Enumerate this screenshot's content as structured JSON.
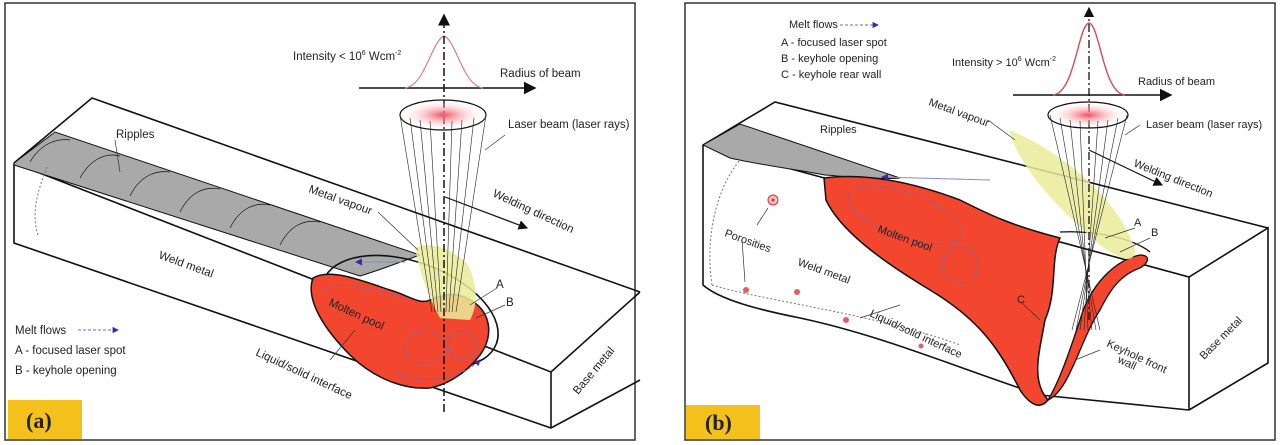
{
  "panels": [
    {
      "tag": "(a)",
      "intensity": "Intensity < 10",
      "intensity_exp": "6",
      "intensity_unit": " Wcm",
      "intensity_unit_exp": "-2",
      "radius": "Radius of beam",
      "laser_beam": "Laser beam (laser rays)",
      "ripples": "Ripples",
      "metal_vapour": "Metal vapour",
      "welding_direction": "Welding direction",
      "weld_metal": "Weld metal",
      "molten_pool": "Molten pool",
      "interface": "Liquid/solid interface",
      "base_metal": "Base metal",
      "point_a": "A",
      "point_b": "B",
      "legend": {
        "melt_flows": "Melt flows",
        "a": "A - focused laser spot",
        "b": "B - keyhole opening"
      }
    },
    {
      "tag": "(b)",
      "intensity": "Intensity > 10",
      "intensity_exp": "6",
      "intensity_unit": " Wcm",
      "intensity_unit_exp": "-2",
      "radius": "Radius of beam",
      "laser_beam": "Laser beam (laser rays)",
      "ripples": "Ripples",
      "metal_vapour": "Metal vapour",
      "welding_direction": "Welding direction",
      "weld_metal": "Weld metal",
      "molten_pool": "Molten pool",
      "interface": "Liquid/solid interface",
      "base_metal": "Base metal",
      "porosities": "Porosities",
      "keyhole_front": "Keyhole front",
      "keyhole_front2": "wall",
      "point_a": "A",
      "point_b": "B",
      "point_c": "C",
      "legend": {
        "melt_flows": "Melt flows",
        "a": "A - focused laser spot",
        "b": "B - keyhole opening",
        "c": "C - keyhole rear wall"
      }
    }
  ],
  "colors": {
    "molten_pool": "#f2462e",
    "vapour": "#eaec9a",
    "ripples": "#a9a9a9",
    "tag_bg": "#f3c01c",
    "flow_arrow": "#3a2aa8"
  }
}
